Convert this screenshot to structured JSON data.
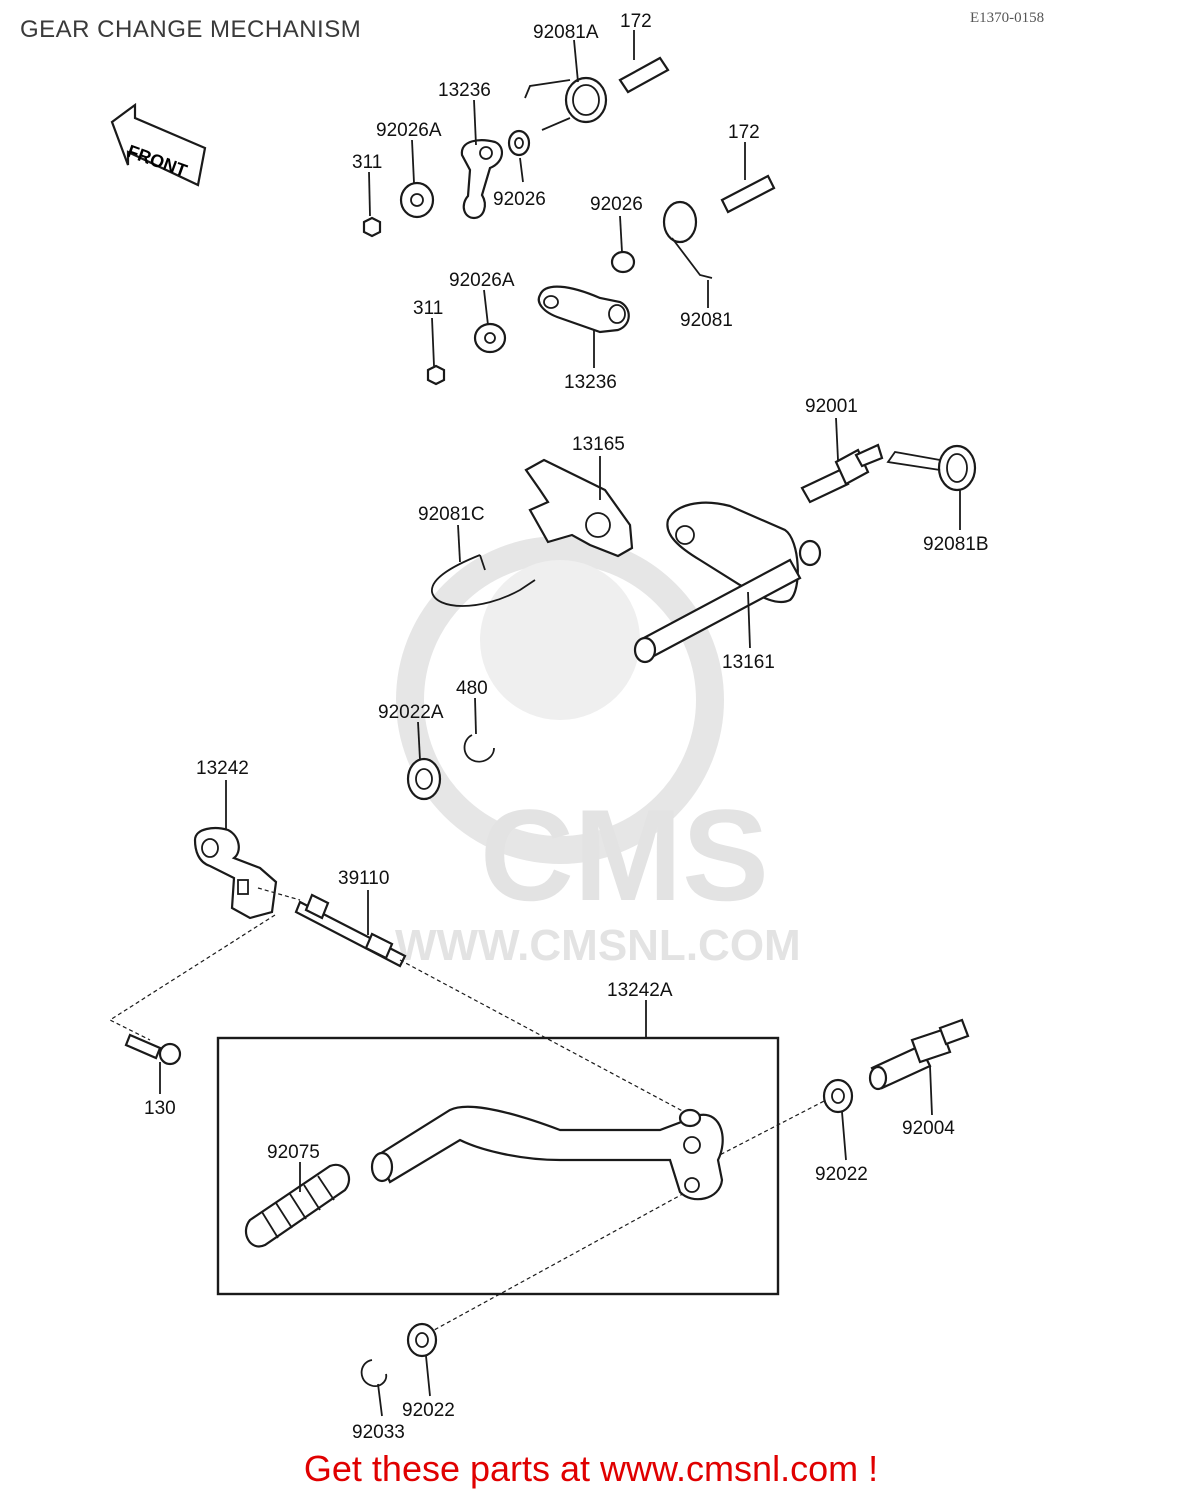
{
  "header": {
    "title": "GEAR CHANGE MECHANISM",
    "code": "E1370-0158"
  },
  "front_marker": "FRONT",
  "watermark": {
    "logo_text": "CMS",
    "url": "WWW.CMSNL.COM"
  },
  "callouts": {
    "p92081A": "92081A",
    "p172a": "172",
    "p13236a": "13236",
    "p92026Aa": "92026A",
    "p311a": "311",
    "p92026a": "92026",
    "p172b": "172",
    "p92026b": "92026",
    "p92081": "92081",
    "p92026Ab": "92026A",
    "p311b": "311",
    "p13236b": "13236",
    "p92001": "92001",
    "p13165": "13165",
    "p92081C": "92081C",
    "p92081B": "92081B",
    "p13161": "13161",
    "p480": "480",
    "p92022A": "92022A",
    "p13242": "13242",
    "p39110": "39110",
    "p13242A": "13242A",
    "p130": "130",
    "p92004": "92004",
    "p92075": "92075",
    "p92022a": "92022",
    "p92022b": "92022",
    "p92033": "92033"
  },
  "footer": {
    "text": "Get these parts at www.cmsnl.com !"
  }
}
